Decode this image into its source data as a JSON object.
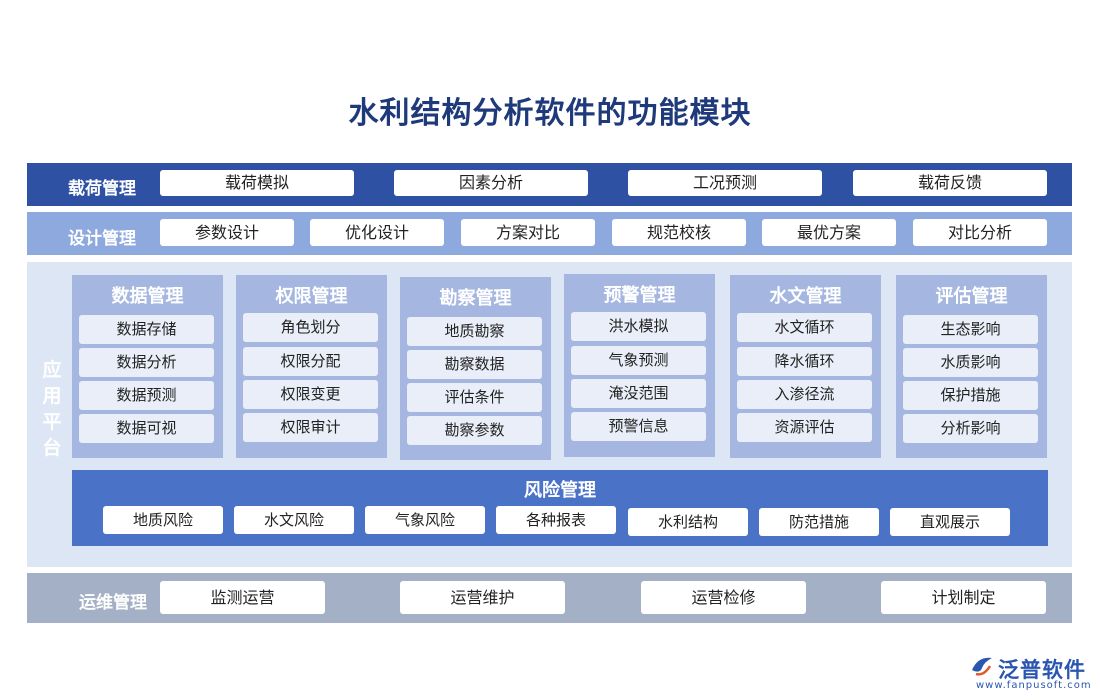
{
  "title": "水利结构分析软件的功能模块",
  "load_management": {
    "label": "载荷管理",
    "items": [
      "载荷模拟",
      "因素分析",
      "工况预测",
      "载荷反馈"
    ]
  },
  "design_management": {
    "label": "设计管理",
    "items": [
      "参数设计",
      "优化设计",
      "方案对比",
      "规范校核",
      "最优方案",
      "对比分析"
    ]
  },
  "application_platform": {
    "label": [
      "应",
      "用",
      "平",
      "台"
    ],
    "modules": [
      {
        "title": "数据管理",
        "items": [
          "数据存储",
          "数据分析",
          "数据预测",
          "数据可视"
        ]
      },
      {
        "title": "权限管理",
        "items": [
          "角色划分",
          "权限分配",
          "权限变更",
          "权限审计"
        ]
      },
      {
        "title": "勘察管理",
        "items": [
          "地质勘察",
          "勘察数据",
          "评估条件",
          "勘察参数"
        ]
      },
      {
        "title": "预警管理",
        "items": [
          "洪水模拟",
          "气象预测",
          "淹没范围",
          "预警信息"
        ]
      },
      {
        "title": "水文管理",
        "items": [
          "水文循环",
          "降水循环",
          "入渗径流",
          "资源评估"
        ]
      },
      {
        "title": "评估管理",
        "items": [
          "生态影响",
          "水质影响",
          "保护措施",
          "分析影响"
        ]
      }
    ],
    "risk": {
      "title": "风险管理",
      "items": [
        "地质风险",
        "水文风险",
        "气象风险",
        "各种报表",
        "水利结构",
        "防范措施",
        "直观展示"
      ]
    }
  },
  "ops_management": {
    "label": "运维管理",
    "items": [
      "监测运营",
      "运营维护",
      "运营检修",
      "计划制定"
    ]
  },
  "logo": {
    "name": "泛普软件",
    "url": "www.fanpusoft.com"
  },
  "colors": {
    "title": "#1f3a7a",
    "load_band": "#2e51a3",
    "design_band": "#8da9dd",
    "app_band": "#dde6f5",
    "module_bg": "#a5b7e0",
    "risk_bg": "#4a73c8",
    "ops_band": "#a4b0c5"
  }
}
